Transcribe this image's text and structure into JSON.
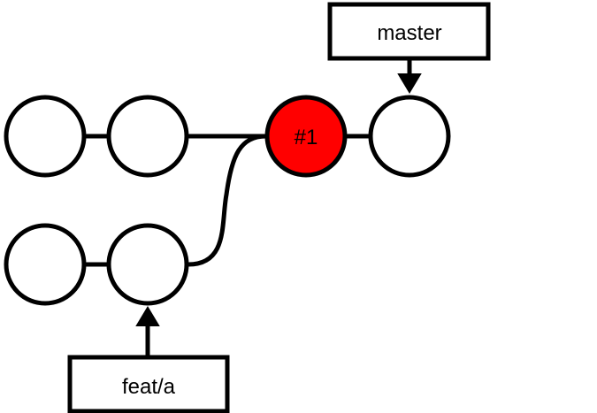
{
  "diagram": {
    "main_branch": {
      "commits": [
        {
          "label": ""
        },
        {
          "label": ""
        },
        {
          "label": "#1",
          "highlighted": true
        },
        {
          "label": ""
        }
      ]
    },
    "feature_branch": {
      "commits": [
        {
          "label": ""
        },
        {
          "label": ""
        }
      ]
    },
    "refs": {
      "master": {
        "label": "master"
      },
      "feature": {
        "label": "feat/a"
      }
    },
    "colors": {
      "stroke": "#000000",
      "commit_fill": "#ffffff",
      "highlight_fill": "#ff0000"
    }
  }
}
